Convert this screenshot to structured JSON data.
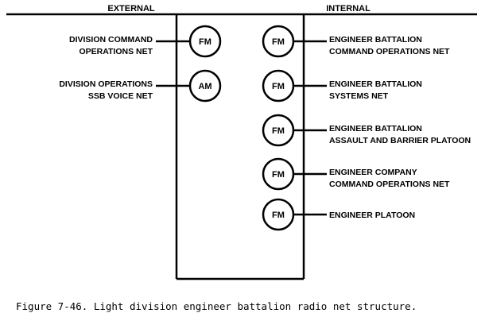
{
  "headers": {
    "external": "EXTERNAL",
    "internal": "INTERNAL"
  },
  "external_nets": [
    {
      "lines": [
        "DIVISION COMMAND",
        "OPERATIONS NET"
      ],
      "radio": "FM"
    },
    {
      "lines": [
        "DIVISION OPERATIONS",
        "SSB VOICE NET"
      ],
      "radio": "AM"
    }
  ],
  "internal_nets": [
    {
      "lines": [
        "ENGINEER BATTALION",
        "COMMAND OPERATIONS NET"
      ],
      "radio": "FM"
    },
    {
      "lines": [
        "ENGINEER BATTALION",
        "SYSTEMS NET"
      ],
      "radio": "FM"
    },
    {
      "lines": [
        "ENGINEER BATTALION",
        "ASSAULT AND BARRIER PLATOON"
      ],
      "radio": "FM"
    },
    {
      "lines": [
        "ENGINEER COMPANY",
        "COMMAND OPERATIONS NET"
      ],
      "radio": "FM"
    },
    {
      "lines": [
        "ENGINEER PLATOON"
      ],
      "radio": "FM"
    }
  ],
  "caption": "Figure 7-46. Light division engineer battalion radio net structure."
}
